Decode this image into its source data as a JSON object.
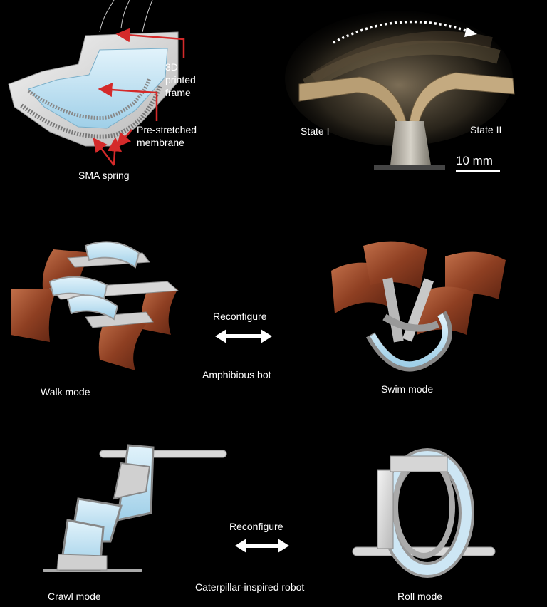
{
  "panel_a": {
    "labels": {
      "frame_line1": "3D",
      "frame_line2": "printed",
      "frame_line3": "frame",
      "membrane_line1": "Pre-stretched",
      "membrane_line2": "membrane",
      "spring": "SMA spring"
    }
  },
  "panel_b": {
    "state1": "State I",
    "state2": "State II",
    "scale": "10 mm"
  },
  "amphibious": {
    "reconfigure": "Reconfigure",
    "name": "Amphibious bot",
    "mode_left": "Walk mode",
    "mode_right": "Swim mode"
  },
  "caterpillar": {
    "reconfigure": "Reconfigure",
    "name": "Caterpillar-inspired robot",
    "mode_left": "Crawl mode",
    "mode_right": "Roll mode"
  },
  "colors": {
    "arrow_red": "#d42a2a",
    "membrane": "#bfe0f2",
    "frame": "#e8e8e8",
    "copper": "#9a4a2a"
  }
}
